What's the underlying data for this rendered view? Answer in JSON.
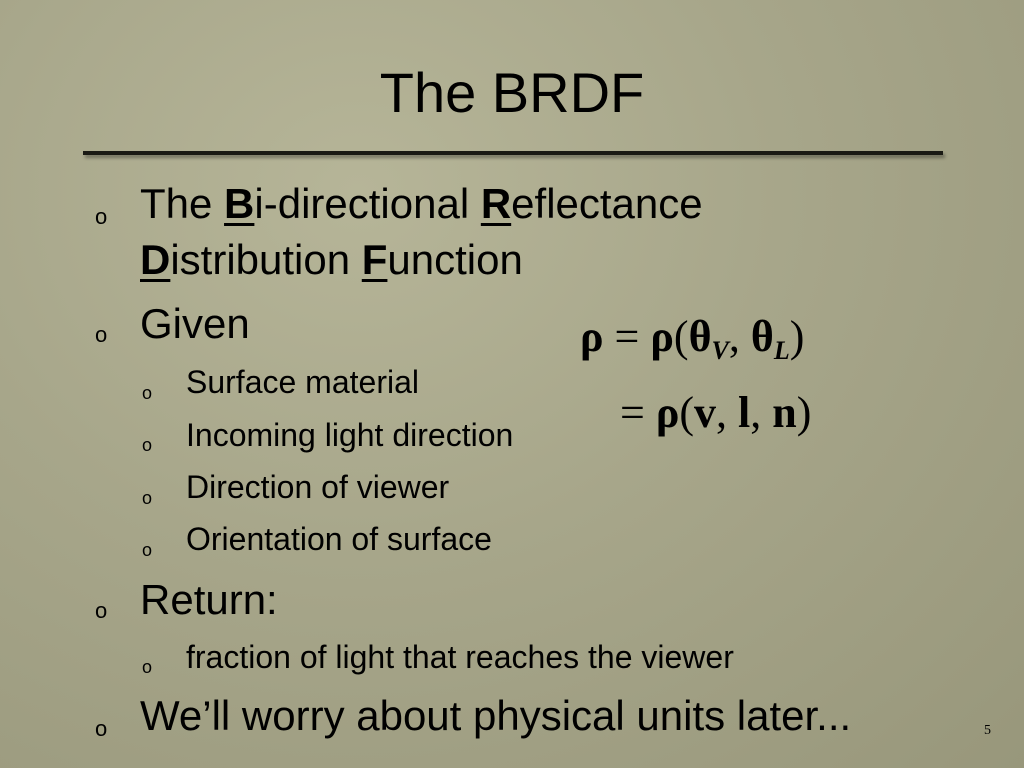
{
  "slide": {
    "title": "The BRDF",
    "page_number": "5"
  },
  "bullets": {
    "item1": {
      "pre": "The ",
      "b": "B",
      "i": "i-directional ",
      "r": "R",
      "eflectance": "eflectance",
      "d": "D",
      "istribution": "istribution ",
      "f": "F",
      "unction": "unction"
    },
    "item2": {
      "label": "Given",
      "subitems": [
        "Surface material",
        "Incoming light direction",
        "Direction of viewer",
        "Orientation of surface"
      ]
    },
    "item3": {
      "label": "Return:",
      "subitems": [
        "fraction of light that reaches the viewer"
      ]
    },
    "item4": {
      "label": "We’ll worry about physical units later..."
    },
    "marker": "o"
  },
  "formula": {
    "rho": "ρ",
    "eq": "=",
    "theta": "θ",
    "sub_v": "V",
    "sub_l": "L",
    "v": "v",
    "l": "l",
    "n": "n"
  }
}
